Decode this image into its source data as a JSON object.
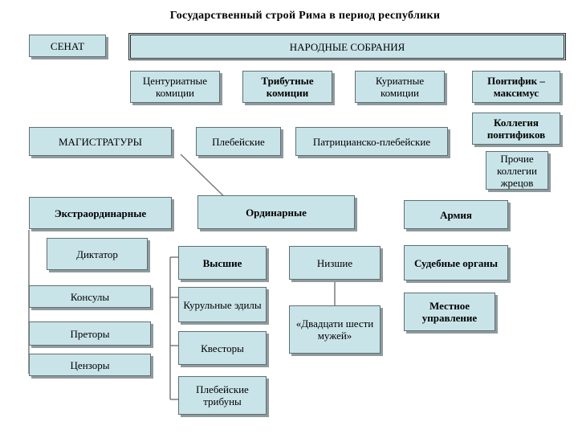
{
  "title": "Государственный строй Рима в период республики",
  "nodes": {
    "senate": "СЕНАТ",
    "assemblies": "НАРОДНЫЕ СОБРАНИЯ",
    "centuriate": "Центуриатные комиции",
    "tribal": "Трибутные комиции",
    "curiate": "Куриатные комиции",
    "pontifex": "Понтифик – максимус",
    "magistracies": "МАГИСТРАТУРЫ",
    "plebeian": "Плебейские",
    "patrician_plebeian": "Патрицианско-плебейские",
    "pontiff_college": "Коллегия понтификов",
    "other_colleges": "Прочие коллегии жрецов",
    "extraordinary": "Экстраординарные",
    "ordinary": "Ординарные",
    "army": "Армия",
    "dictator": "Диктатор",
    "higher": "Высшие",
    "lower": "Низшие",
    "courts": "Судебные органы",
    "consuls": "Консулы",
    "curule_aediles": "Курульные эдилы",
    "twenty_six": "«Двадцати шести мужей»",
    "local_gov": "Местное управление",
    "praetors": "Преторы",
    "quaestors": "Квесторы",
    "censors": "Цензоры",
    "plebeian_tribunes": "Плебейские трибуны"
  },
  "colors": {
    "box_fill": "#c9e4e8",
    "box_border": "#5f6f73",
    "box_shadow": "#8e9a9c",
    "line": "#7a7a7a"
  }
}
